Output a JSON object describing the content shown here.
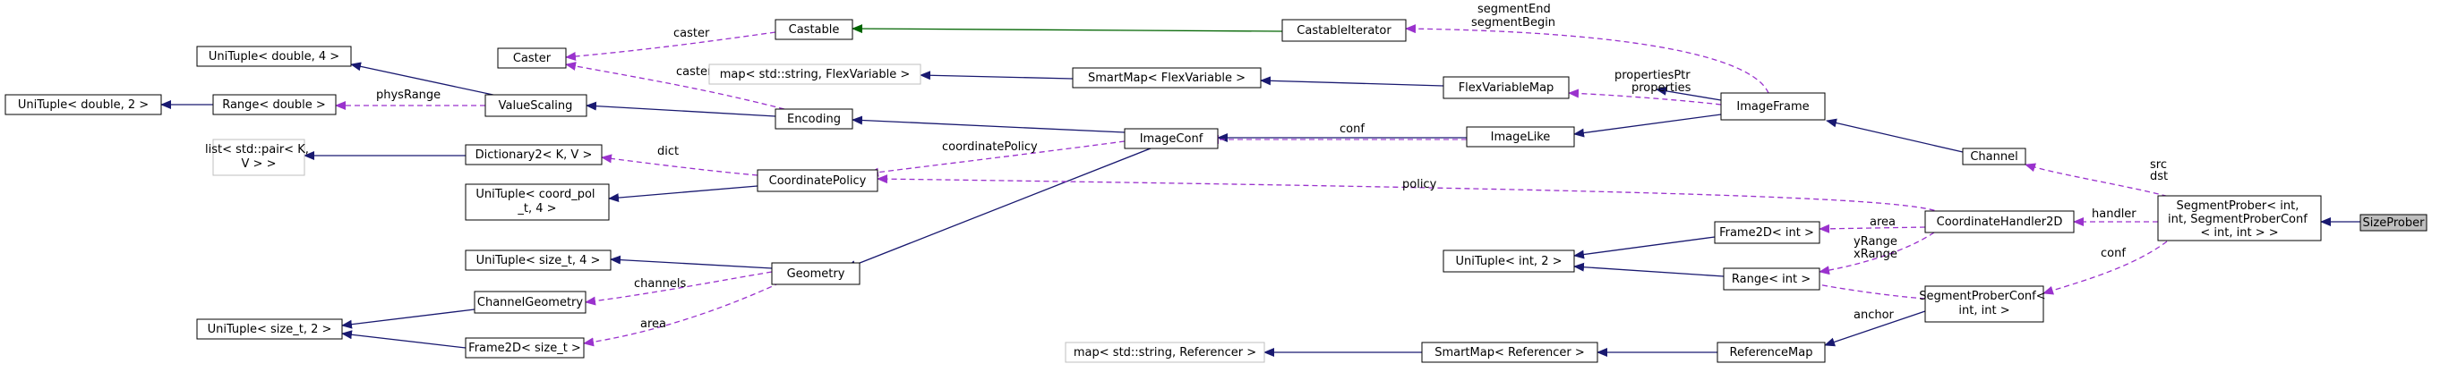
{
  "colors": {
    "inherit": "#191970",
    "usage": "#9a32cd",
    "template": "#006400",
    "node_border": "#000000",
    "external_border": "#bfbfbf",
    "focus_fill": "#bfbfbf"
  },
  "nodes": {
    "size_prober": [
      "SizeProber"
    ],
    "segment_prober": [
      "SegmentProber< int,",
      " int, SegmentProberConf",
      "< int, int > >"
    ],
    "channel": [
      "Channel"
    ],
    "image_frame": [
      "ImageFrame"
    ],
    "castable_iterator": [
      "CastableIterator"
    ],
    "castable": [
      "Castable"
    ],
    "caster": [
      "Caster"
    ],
    "flex_variable_map": [
      "FlexVariableMap"
    ],
    "smartmap_flex": [
      "SmartMap< FlexVariable >"
    ],
    "map_flex": [
      "map< std::string, FlexVariable >"
    ],
    "image_like": [
      "ImageLike"
    ],
    "image_conf": [
      "ImageConf"
    ],
    "encoding": [
      "Encoding"
    ],
    "value_scaling": [
      "ValueScaling"
    ],
    "unituple_double4": [
      "UniTuple< double, 4 >"
    ],
    "range_double": [
      "Range< double >"
    ],
    "unituple_double2": [
      "UniTuple< double, 2 >"
    ],
    "coordinate_policy": [
      "CoordinatePolicy"
    ],
    "dictionary2": [
      "Dictionary2< K, V >"
    ],
    "list_pair": [
      "list< std::pair< K,",
      "V > >"
    ],
    "unituple_coordpol": [
      "UniTuple< coord_pol",
      "_t, 4 >"
    ],
    "geometry": [
      "Geometry"
    ],
    "unituple_sizet4": [
      "UniTuple< size_t, 4 >"
    ],
    "channel_geometry": [
      "ChannelGeometry"
    ],
    "unituple_sizet2": [
      "UniTuple< size_t, 2 >"
    ],
    "frame2d_sizet": [
      "Frame2D< size_t >"
    ],
    "coordinate_handler": [
      "CoordinateHandler2D"
    ],
    "frame2d_int": [
      "Frame2D< int >"
    ],
    "unituple_int2": [
      "UniTuple< int, 2 >"
    ],
    "range_int": [
      "Range< int >"
    ],
    "segment_prober_conf": [
      "SegmentProberConf<",
      "int, int >"
    ],
    "reference_map": [
      "ReferenceMap"
    ],
    "smartmap_ref": [
      "SmartMap< Referencer >"
    ],
    "map_ref": [
      "map< std::string, Referencer >"
    ]
  },
  "edge_labels": {
    "caster_castable": [
      "caster"
    ],
    "caster_encoding": [
      "caster"
    ],
    "iterator_imageframe": [
      "segmentEnd",
      "segmentBegin"
    ],
    "props_imageframe": [
      "propertiesPtr",
      "properties"
    ],
    "phys_range": [
      "physRange"
    ],
    "conf_imageconf": [
      "conf"
    ],
    "coord_policy_label": [
      "coordinatePolicy"
    ],
    "dict_label": [
      "dict"
    ],
    "policy_label": [
      "policy"
    ],
    "area_frame2dint": [
      "area"
    ],
    "yrange_xrange": [
      "yRange",
      "xRange"
    ],
    "src_dst": [
      "src",
      "dst"
    ],
    "handler_label": [
      "handler"
    ],
    "conf_prober": [
      "conf"
    ],
    "anchor_label": [
      "anchor"
    ],
    "channels_label": [
      "channels"
    ],
    "area_sizet": [
      "area"
    ]
  }
}
